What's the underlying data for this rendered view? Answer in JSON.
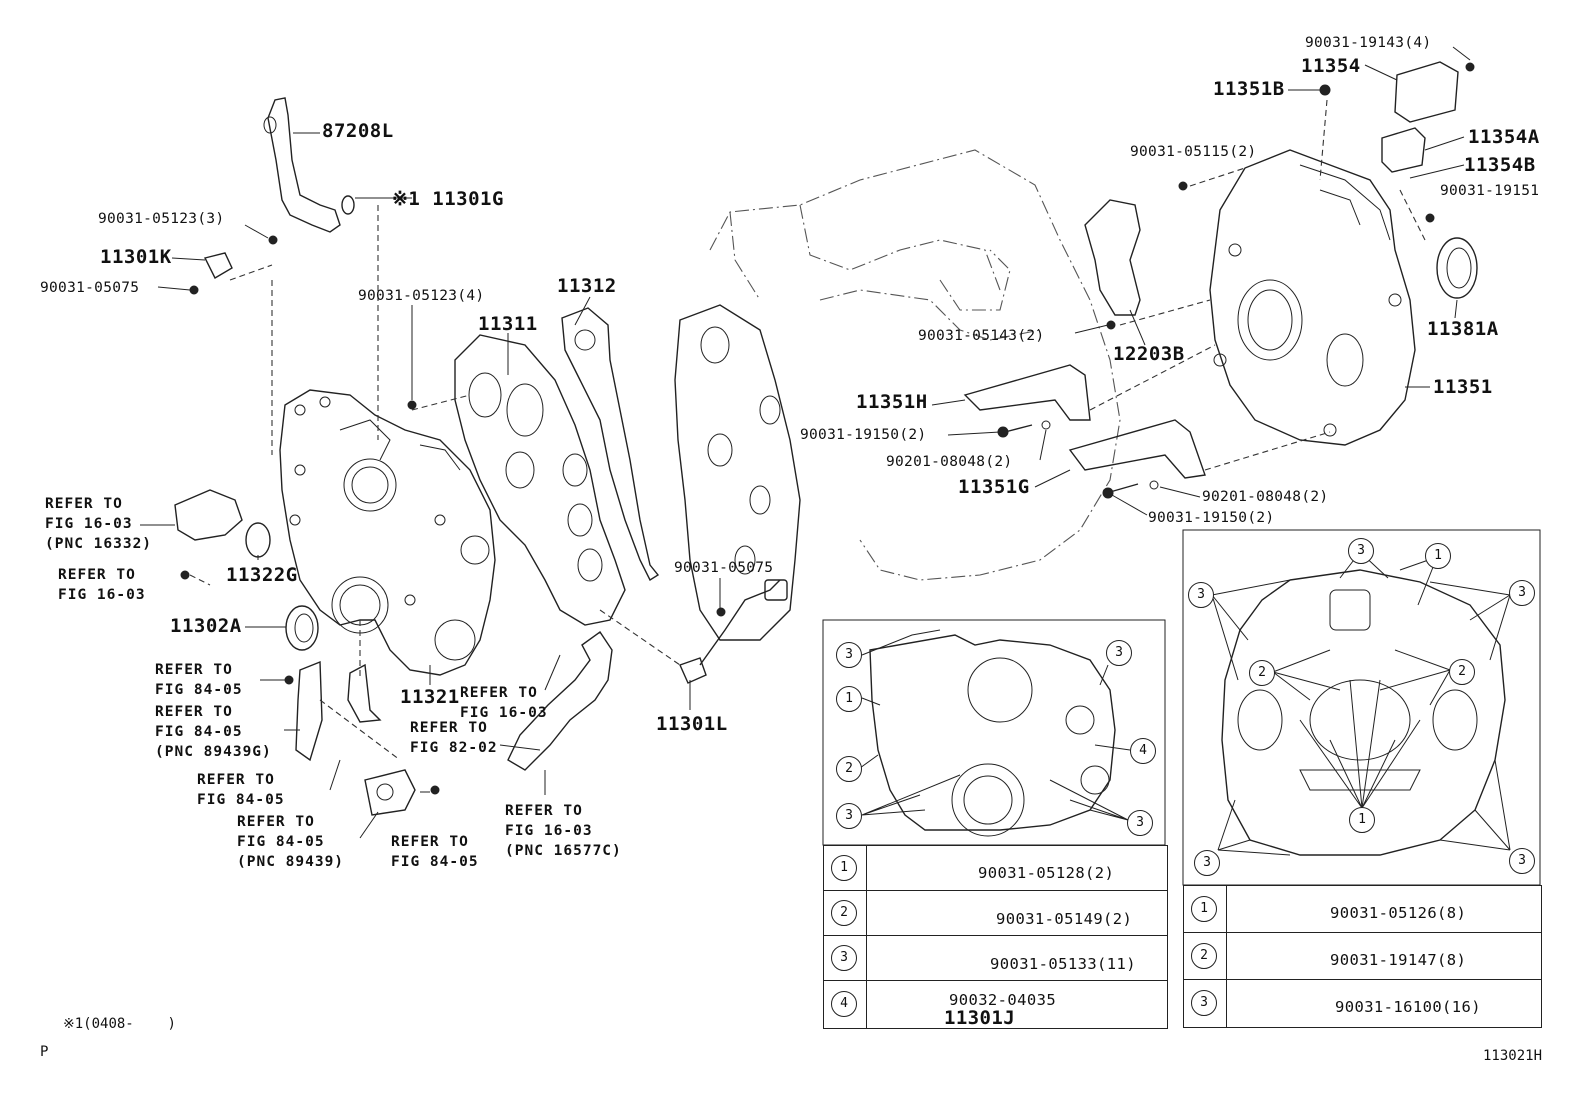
{
  "diagram": {
    "labels": {
      "p87208L": "87208L",
      "p11301G": "※1 11301G",
      "p90031_05123_3": "90031-05123(3)",
      "p11301K": "11301K",
      "p90031_05075a": "90031-05075",
      "p90031_05123_4": "90031-05123(4)",
      "p11311": "11311",
      "p11312": "11312",
      "p11322G": "11322G",
      "p11302A": "11302A",
      "p11321": "11321",
      "p90031_05075b": "90031-05075",
      "p11301L": "11301L",
      "p90031_19143": "90031-19143(4)",
      "p11354": "11354",
      "p11351B": "11351B",
      "p11354A": "11354A",
      "p11354B": "11354B",
      "p90031_05115": "90031-05115(2)",
      "p90031_19151": "90031-19151",
      "p90031_05143": "90031-05143(2)",
      "p12203B": "12203B",
      "p11381A": "11381A",
      "p11351": "11351",
      "p11351H": "11351H",
      "p90031_19150a": "90031-19150(2)",
      "p90201_08048a": "90201-08048(2)",
      "p11351G": "11351G",
      "p90201_08048b": "90201-08048(2)",
      "p90031_19150b": "90031-19150(2)"
    },
    "refs": {
      "r1": "REFER TO\nFIG 16-03\n(PNC 16332)",
      "r2": "REFER TO\nFIG 16-03",
      "r3": "REFER TO\nFIG 84-05",
      "r4": "REFER TO\nFIG 84-05\n(PNC 89439G)",
      "r5": "REFER TO\nFIG 16-03",
      "r6": "REFER TO\nFIG 82-02",
      "r7": "REFER TO\nFIG 84-05",
      "r8": "REFER TO\nFIG 84-05\n(PNC 89439)",
      "r9": "REFER TO\nFIG 84-05",
      "r10": "REFER TO\nFIG 16-03\n(PNC 16577C)"
    },
    "footnote": "※1(0408-    )",
    "corner_mark": "P",
    "figure_id": "113021H"
  },
  "left_detail": {
    "callouts": [
      "3",
      "1",
      "2",
      "3",
      "3",
      "4",
      "3"
    ],
    "rows": [
      {
        "num": "1",
        "part": "90031-05128(2)"
      },
      {
        "num": "2",
        "part": "90031-05149(2)"
      },
      {
        "num": "3",
        "part": "90031-05133(11)"
      },
      {
        "num": "4",
        "part": "90032-04035",
        "sub": "11301J"
      }
    ]
  },
  "right_detail": {
    "callouts": [
      "3",
      "1",
      "3",
      "3",
      "2",
      "2",
      "1",
      "3",
      "3"
    ],
    "rows": [
      {
        "num": "1",
        "part": "90031-05126(8)"
      },
      {
        "num": "2",
        "part": "90031-19147(8)"
      },
      {
        "num": "3",
        "part": "90031-16100(16)"
      }
    ]
  }
}
